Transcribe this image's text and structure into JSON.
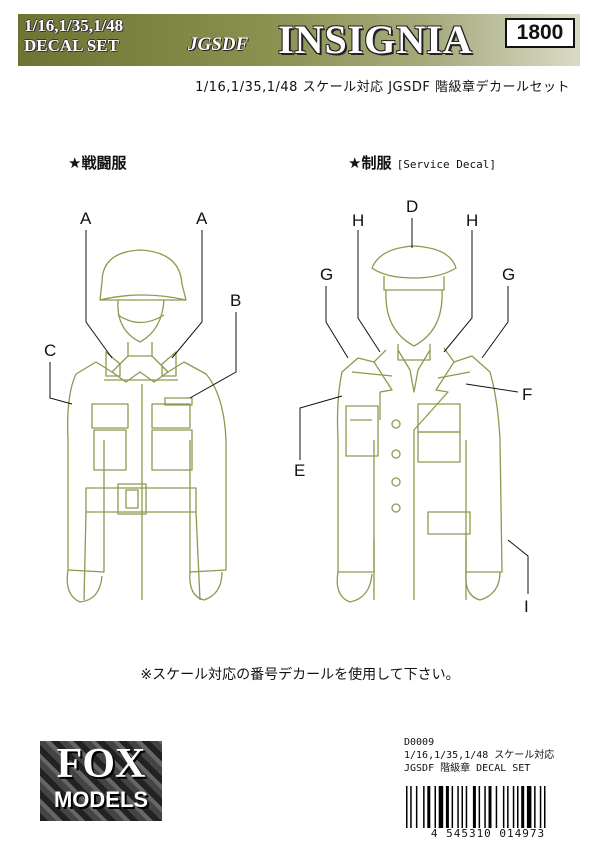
{
  "header": {
    "scale_line": "1/16,1/35,1/48",
    "decal_line": "DECAL SET",
    "brand": "JGSDF",
    "title": "INSIGNIA",
    "code": "1800",
    "subtitle": "1/16,1/35,1/48 スケール対応 JGSDF 階級章デカールセット"
  },
  "sections": {
    "combat": "★戦闘服",
    "service": "★制服",
    "service_en": "[Service Decal]"
  },
  "labels": {
    "a": "A",
    "b": "B",
    "c": "C",
    "d": "D",
    "e": "E",
    "f": "F",
    "g": "G",
    "h": "H",
    "i": "I"
  },
  "note": "※スケール対応の番号デカールを使用して下さい。",
  "logo": {
    "fox": "FOX",
    "models": "MODELS"
  },
  "info": {
    "line1": "D0009",
    "line2": "1/16,1/35,1/48 スケール対応",
    "line3": "JGSDF 階級章 DECAL SET"
  },
  "barcode": "4 545310 014973",
  "colors": {
    "olive": "#8b9150",
    "line": "#8c9a4e"
  }
}
